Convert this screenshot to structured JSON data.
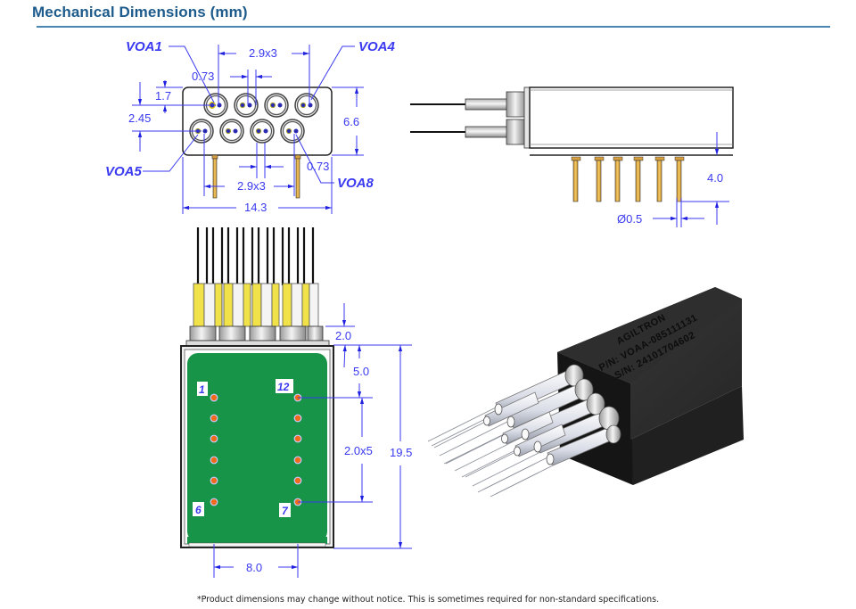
{
  "header": {
    "title": "Mechanical Dimensions (mm)"
  },
  "front_view": {
    "labels": {
      "voa1": "VOA1",
      "voa4": "VOA4",
      "voa5": "VOA5",
      "voa8": "VOA8"
    },
    "dims": {
      "top_pitch": "2.9x3",
      "top_offset": "0.73",
      "row1_from_top": "1.7",
      "row_spacing": "2.45",
      "height": "6.6",
      "bottom_offset": "0.73",
      "bottom_pitch": "2.9x3",
      "width": "14.3"
    }
  },
  "side_view": {
    "dims": {
      "pin_length": "4.0",
      "pin_diameter": "Ø0.5"
    }
  },
  "bottom_view": {
    "dims": {
      "boot_length": "2.0",
      "first_pin_offset": "5.0",
      "pin_pitch": "2.0x5",
      "length": "19.5",
      "row_spacing": "8.0"
    },
    "pin_labels": {
      "p1": "1",
      "p6": "6",
      "p7": "7",
      "p12": "12"
    }
  },
  "product_render": {
    "brand": "AGILTRON",
    "part_number": "P/N: VOAA-085111131",
    "serial_number": "S/N: 24101704602"
  },
  "footer": {
    "note": "*Product dimensions may change without notice. This is sometimes required for non-standard specifications."
  },
  "colors": {
    "title": "#1d5b8c",
    "rule": "#4a86b4",
    "dimension": "#3a3af0",
    "pcb": "#179447",
    "pin_pad": "#f06a1c",
    "pin_gold": "#e8b547",
    "body_black": "#1c1c1c"
  }
}
